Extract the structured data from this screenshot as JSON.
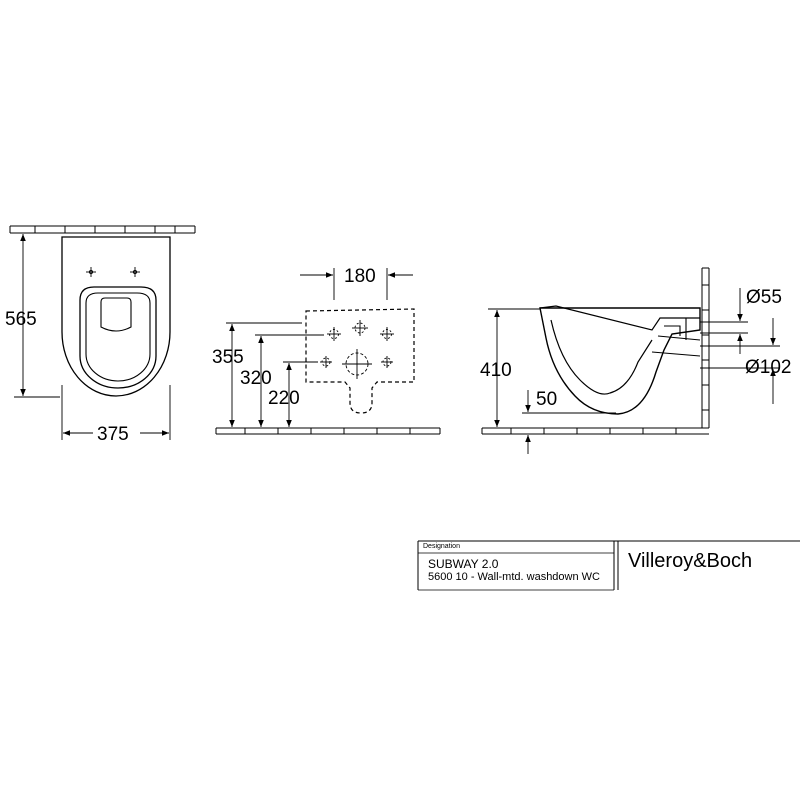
{
  "drawing": {
    "front_view": {
      "height_label": "565",
      "width_label": "375"
    },
    "wall_view": {
      "spacing_label": "180",
      "height_a": "355",
      "height_b": "320",
      "height_c": "220"
    },
    "side_view": {
      "height_label": "410",
      "depth_label": "50",
      "dia_top": "Ø55",
      "dia_bottom": "Ø102"
    }
  },
  "title_block": {
    "designation_label": "Designation",
    "product": "SUBWAY 2.0",
    "description": "5600 10 - Wall-mtd. washdown WC",
    "brand": "Villeroy&Boch"
  }
}
